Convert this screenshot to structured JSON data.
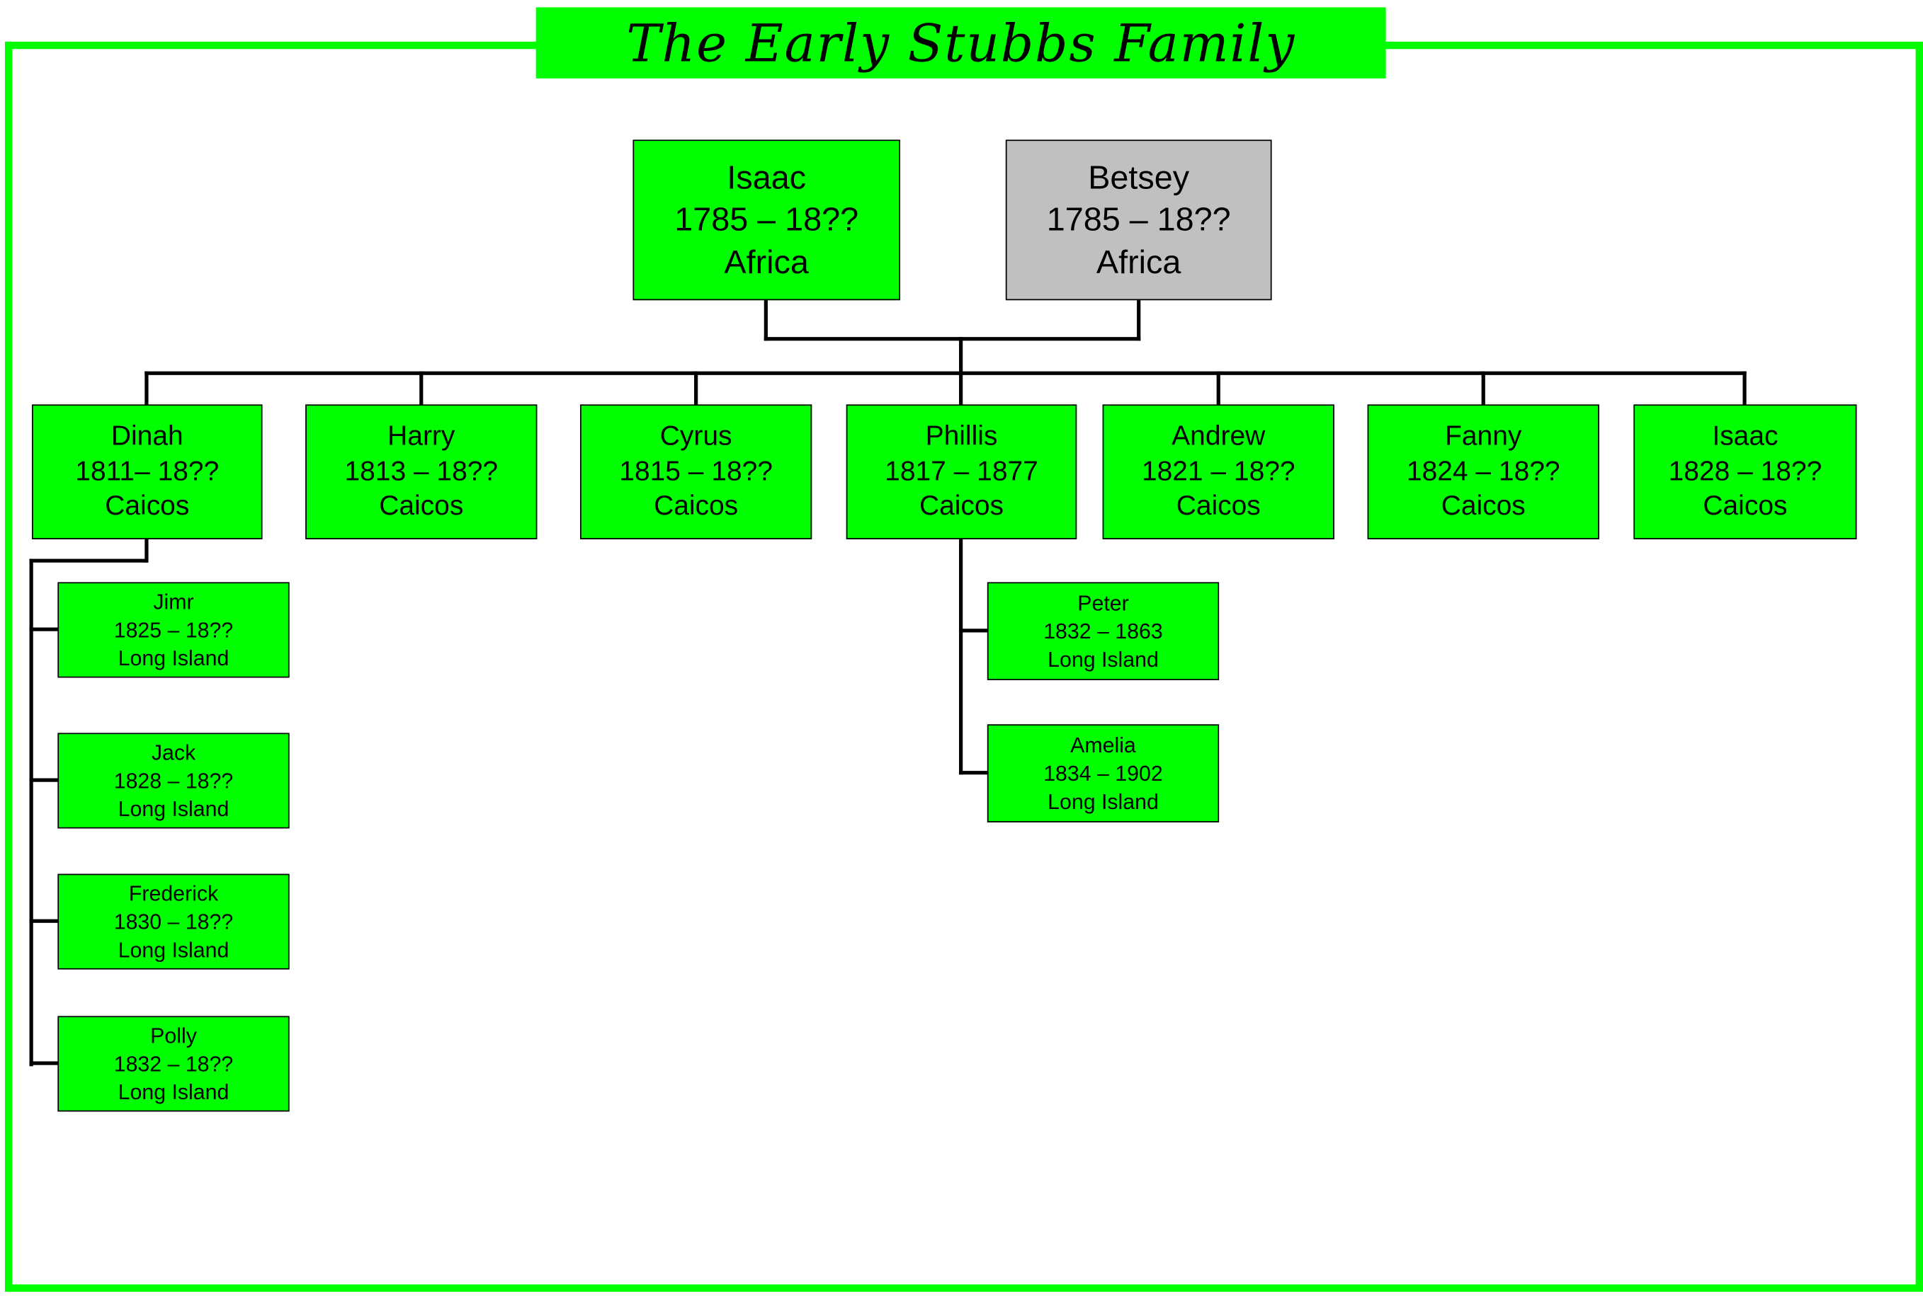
{
  "title": "The Early Stubbs Family",
  "colors": {
    "box_fill": "#00ff00",
    "spouse_fill": "#c0c0c0",
    "frame": "#00ff00",
    "lines": "#000000"
  },
  "parents": [
    {
      "name": "Isaac",
      "dates": "1785 – 18??",
      "place": "Africa"
    },
    {
      "name": "Betsey",
      "dates": "1785 – 18??",
      "place": "Africa"
    }
  ],
  "children": [
    {
      "name": "Dinah",
      "dates": "1811– 18??",
      "place": "Caicos"
    },
    {
      "name": "Harry",
      "dates": "1813 – 18??",
      "place": "Caicos"
    },
    {
      "name": "Cyrus",
      "dates": "1815 – 18??",
      "place": "Caicos"
    },
    {
      "name": "Phillis",
      "dates": "1817 – 1877",
      "place": "Caicos"
    },
    {
      "name": "Andrew",
      "dates": "1821 – 18??",
      "place": "Caicos"
    },
    {
      "name": "Fanny",
      "dates": "1824 – 18??",
      "place": "Caicos"
    },
    {
      "name": "Isaac",
      "dates": "1828 – 18??",
      "place": "Caicos"
    }
  ],
  "dinah_children": [
    {
      "name": "Jimr",
      "dates": "1825 – 18??",
      "place": "Long Island"
    },
    {
      "name": "Jack",
      "dates": "1828 – 18??",
      "place": "Long Island"
    },
    {
      "name": "Frederick",
      "dates": "1830 – 18??",
      "place": "Long Island"
    },
    {
      "name": "Polly",
      "dates": "1832 – 18??",
      "place": "Long Island"
    }
  ],
  "phillis_children": [
    {
      "name": "Peter",
      "dates": "1832 – 1863",
      "place": "Long Island"
    },
    {
      "name": "Amelia",
      "dates": "1834 – 1902",
      "place": "Long Island"
    }
  ]
}
